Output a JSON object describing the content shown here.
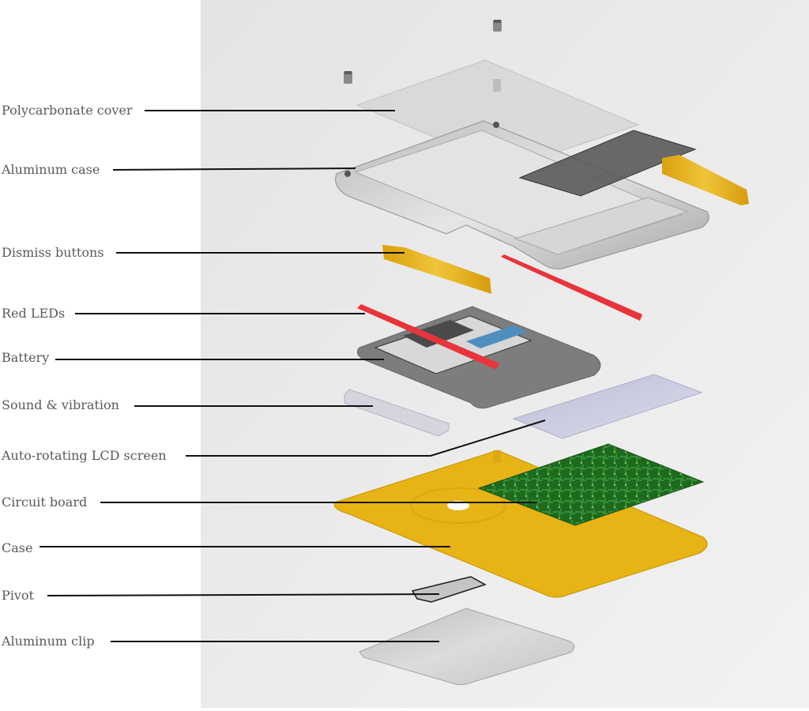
{
  "labels": {
    "polycarbonate_cover": "Polycarbonate cover",
    "aluminum_case": "Aluminum case",
    "dismiss_buttons": "Dismiss buttons",
    "red_leds": "Red LEDs",
    "battery": "Battery",
    "sound_vibration": "Sound & vibration",
    "lcd_screen": "Auto-rotating LCD screen",
    "circuit_board": "Circuit board",
    "case": "Case",
    "pivot": "Pivot",
    "aluminum_clip": "Aluminum clip"
  },
  "colors": {
    "label_text": "#555a5e",
    "leader_line": "#111111",
    "background_panel": "#e9e9e9",
    "case_yellow": "#e8b415",
    "led_red": "#e8343a",
    "pcb_green": "#1f6d1f",
    "aluminum": "#c9c9c9",
    "battery_gray": "#7d7d7d"
  },
  "icons": [
    "screw-icon"
  ]
}
